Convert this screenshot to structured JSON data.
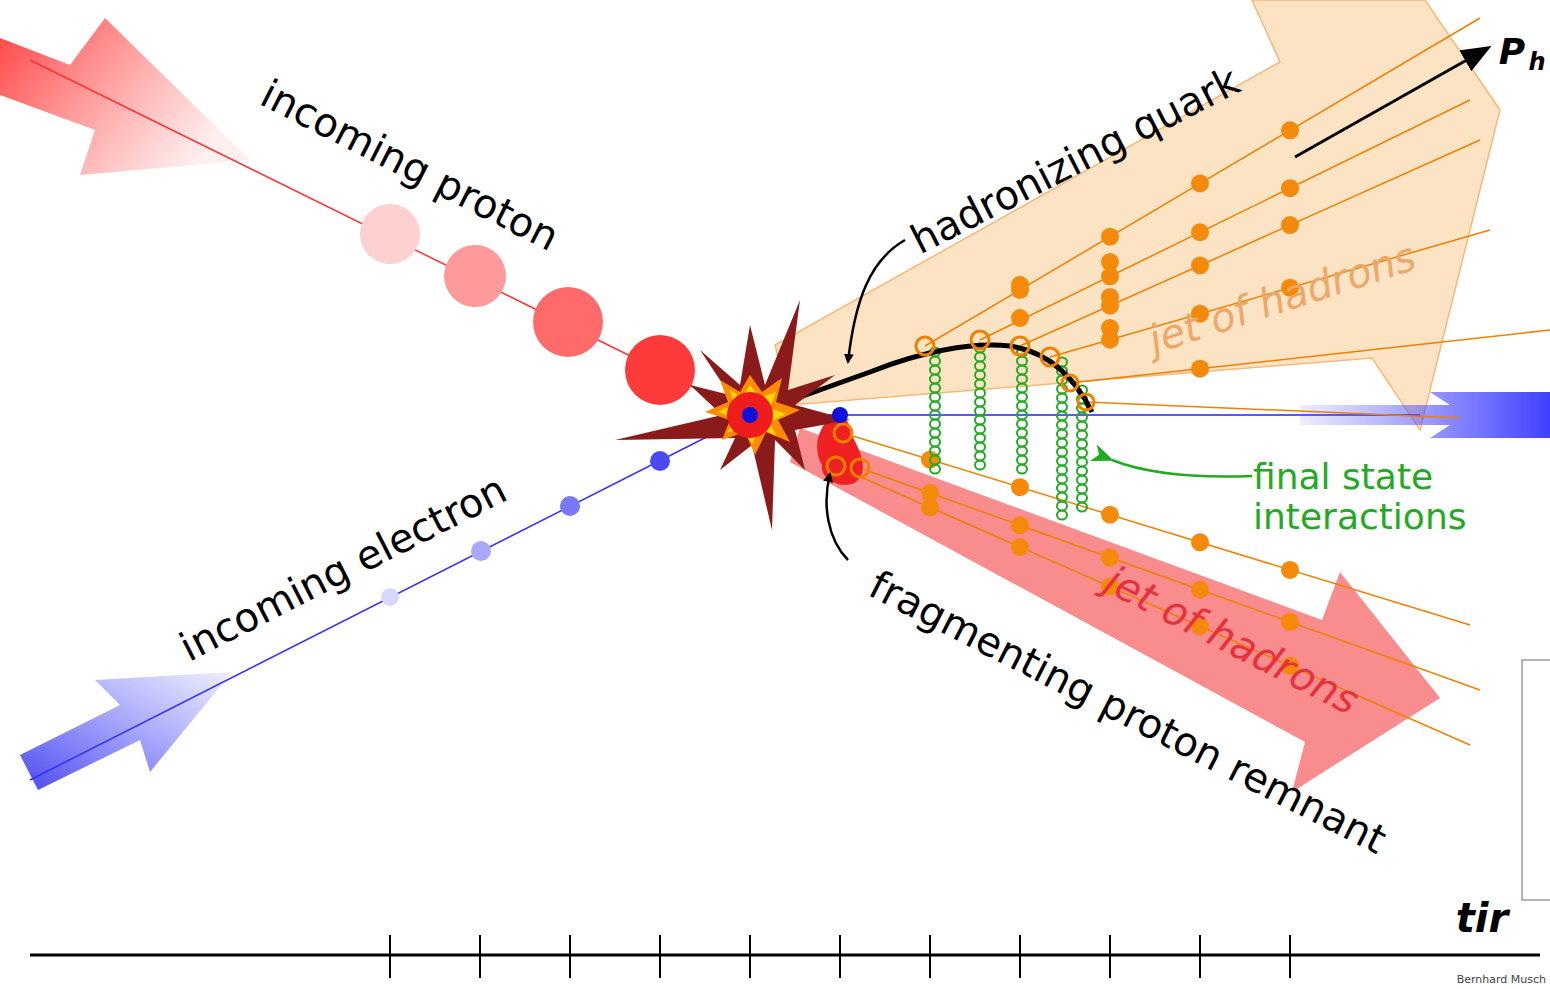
{
  "diagram": {
    "labels": [
      "incoming proton",
      "hadronizing quark",
      "P",
      "h",
      "jet of hadrons",
      "final state interactions",
      "incoming electron",
      "jet of hadrons",
      "fragmenting proton remnant",
      "tir",
      "Bernhard Musch"
    ]
  }
}
